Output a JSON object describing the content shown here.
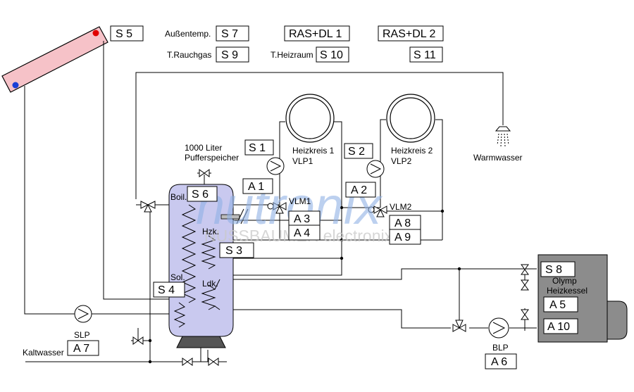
{
  "sensors": {
    "s1": "S 1",
    "s2": "S 2",
    "s3": "S 3",
    "s4": "S 4",
    "s5": "S 5",
    "s6": "S 6",
    "s7": "S 7",
    "s8": "S 8",
    "s9": "S 9",
    "s10": "S 10",
    "s11": "S 11"
  },
  "outputs": {
    "a1": "A 1",
    "a2": "A 2",
    "a3": "A 3",
    "a4": "A 4",
    "a5": "A 5",
    "a6": "A 6",
    "a7": "A 7",
    "a8": "A 8",
    "a9": "A 9",
    "a10": "A 10"
  },
  "remote": {
    "ras1": "RAS+DL 1",
    "ras2": "RAS+DL 2"
  },
  "labels": {
    "aussentemp": "Außentemp.",
    "rauchgas": "T.Rauchgas",
    "heizraum": "T.Heizraum",
    "puffer_line1": "1000 Liter",
    "puffer_line2": "Pufferspeicher",
    "boil": "Boil.",
    "hzk": "Hzk.",
    "sol": "Sol.",
    "ldk": "Ldk.",
    "heizkreis1": "Heizkreis 1",
    "vlp1": "VLP1",
    "heizkreis2": "Heizkreis 2",
    "vlp2": "VLP2",
    "vlm1": "VLM1",
    "vlm2": "VLM2",
    "warmwasser": "Warmwasser",
    "slp": "SLP",
    "blp": "BLP",
    "kaltwasser": "Kaltwasser",
    "olymp": "Olymp",
    "heizkessel": "Heizkessel"
  },
  "watermark": {
    "brand": "nutronix",
    "company": "NUSSBAUMER electronix"
  },
  "colors": {
    "collector_fill": "#f6c2c8",
    "tank_fill": "#c9c9ef",
    "boiler_fill": "#8c8c8c",
    "hot_dot": "#e00000",
    "cold_dot": "#1a3fd6",
    "watermark": "#8fb0e4"
  }
}
